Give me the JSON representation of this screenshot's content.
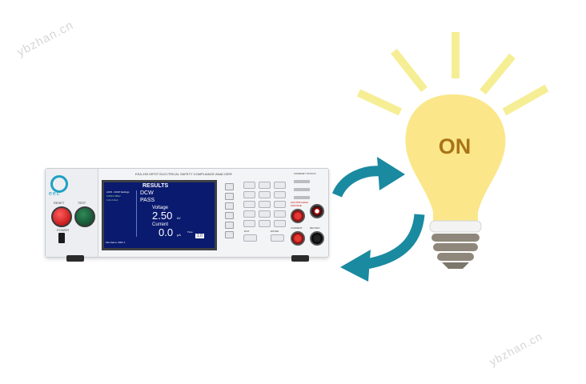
{
  "watermark": {
    "text": "ybzhan.cn"
  },
  "instrument": {
    "brand": "eec",
    "model_line": "ESA-190 HIPOT ELECTRICAL SAFETY COMPLIANCE ANALYZER",
    "reset_label": "RESET",
    "test_label": "TEST",
    "power_label": "POWER",
    "summary_label": "SUMMARY STATUS",
    "caution_label": "CAUTION HIGH VOLTAGE",
    "return_label": "RETURN",
    "current_label": "CURRENT",
    "exit_label": "EXIT",
    "enter_label": "ENTER",
    "screen": {
      "title": "RESULTS",
      "mode": "DCW",
      "status": "PASS",
      "voltage_label": "Voltage",
      "voltage_value": "2.50",
      "voltage_unit": "kV",
      "current_label": "Current",
      "current_value": "0.0",
      "current_unit": "µA",
      "time_label": "Time",
      "time_value": "1.0",
      "time_unit": "s",
      "file_label": "File Name: 0001 1",
      "left_rows": [
        "ACW - DCW Settings",
        "0.000  2.50kV",
        "1.0s  0.0uA"
      ]
    }
  },
  "bulb": {
    "label": "ON"
  },
  "colors": {
    "arrow": "#1a8aa0",
    "bulb": "#fbe78a",
    "bulb_rays": "#f6ee95",
    "on_text": "#a97416"
  }
}
